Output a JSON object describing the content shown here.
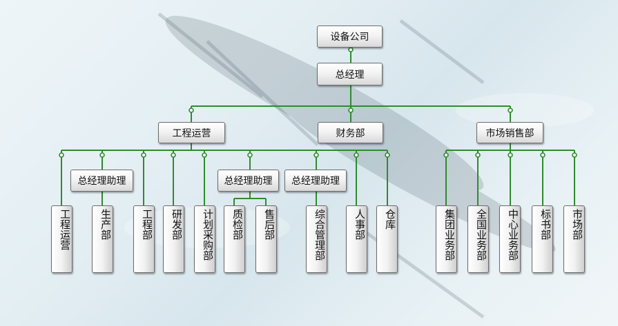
{
  "colors": {
    "line": "#2f8a2f",
    "box_border": "#6b6b6b"
  },
  "nodes": {
    "company": "设备公司",
    "gm": "总经理",
    "eng_ops": "工程运营",
    "finance": "财务部",
    "marketing": "市场销售部",
    "assistant1": "总经理助理",
    "assistant2": "总经理助理",
    "assistant3": "总经理助理",
    "d_eng_ops": "工程运营",
    "d_production": "生产部",
    "d_engineering": "工程部",
    "d_rnd": "研发部",
    "d_planning": "计划采购部",
    "d_qc": "质检部",
    "d_aftersales": "售后部",
    "d_admin": "综合管理部",
    "d_hr": "人事部",
    "d_warehouse": "仓库",
    "d_group": "集团业务部",
    "d_national": "全国业务部",
    "d_center": "中心业务部",
    "d_bid": "标书部",
    "d_market": "市场部"
  }
}
